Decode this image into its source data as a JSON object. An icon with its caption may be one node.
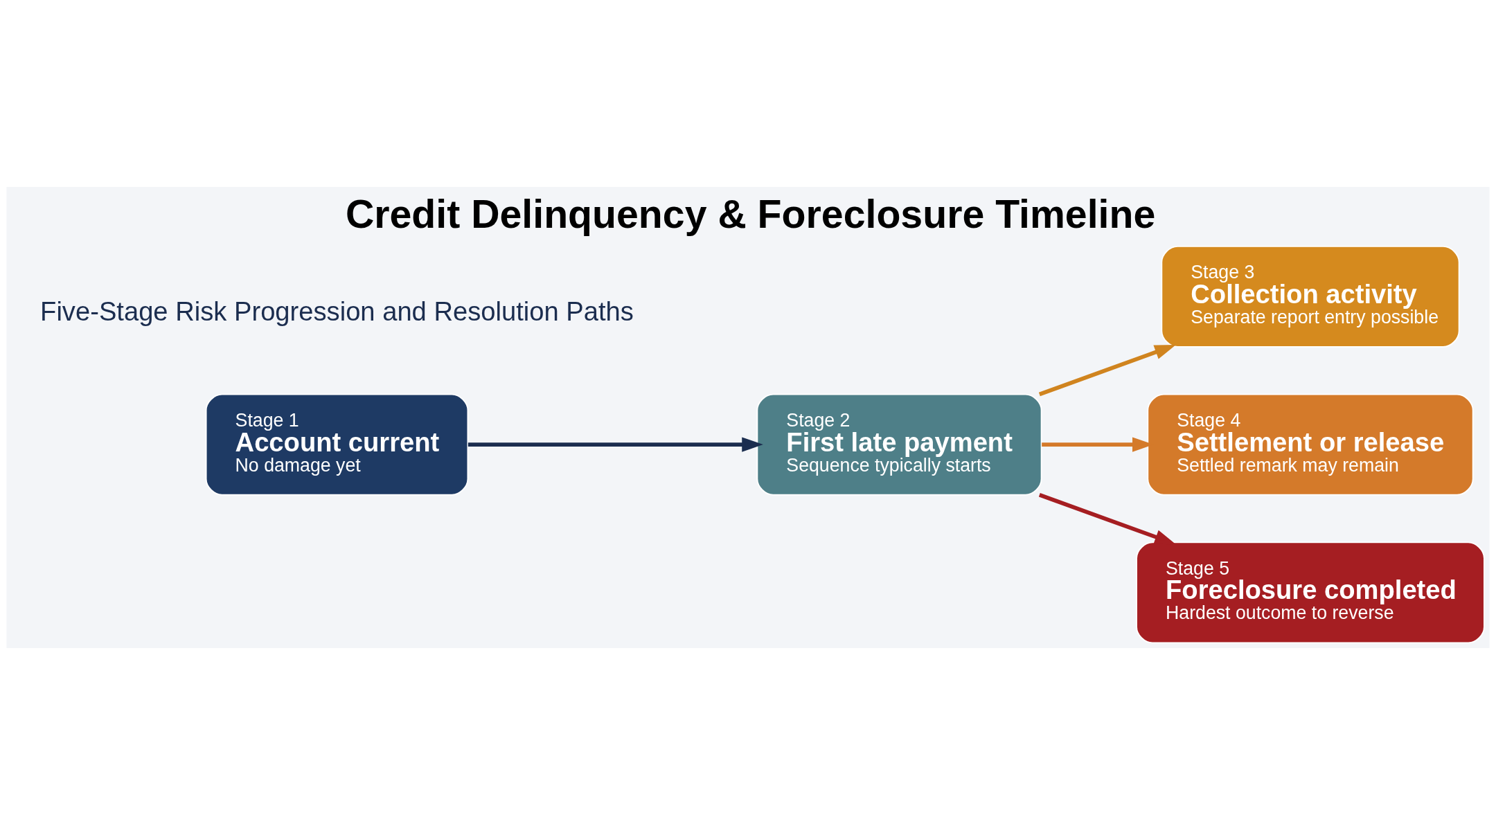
{
  "diagram": {
    "title": "Credit Delinquency & Foreclosure Timeline",
    "nodes": [
      {
        "text": [
          "Stage 1",
          "Account current",
          "No damage yet"
        ]
      },
      {
        "text": [
          "Stage 2",
          "First late payment",
          "Sequence typically starts"
        ]
      },
      {
        "text": [
          "Stage 3",
          "Collection activity",
          "Separate report entry possible"
        ]
      },
      {
        "text": [
          "Stage 4",
          "Settlement or release",
          "Settled remark may remain"
        ]
      },
      {
        "text": [
          "Stage 5",
          "Foreclosure completed",
          "Hardest outcome to reverse"
        ]
      }
    ],
    "edges": [
      {
        "from": 0,
        "to": 1,
        "arrow": "to",
        "color": "#1b2d4f"
      },
      {
        "from": 1,
        "to": 2,
        "arrow": "to",
        "color": "#d0841f"
      },
      {
        "from": 1,
        "to": 3,
        "arrow": "to",
        "color": "#d47a2a"
      },
      {
        "from": 1,
        "to": 4,
        "arrow": "to",
        "color": "#a51e22"
      }
    ],
    "labels": [
      "Five-Stage Risk Progression and Resolution Paths"
    ]
  }
}
